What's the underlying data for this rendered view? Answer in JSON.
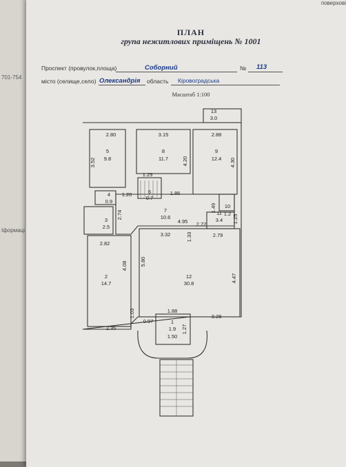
{
  "corner_text": "поверхові",
  "edge_texts": [
    "701-754",
    "Іформаці"
  ],
  "header": {
    "title": "ПЛАН",
    "subtitle": "група нежитлових приміщень №  1001"
  },
  "address": {
    "street_label": "Проспект (провулок,площа)",
    "street_value": "Соборний",
    "number_label": "№",
    "number_value": "113",
    "city_label": "місто (селище,село)",
    "city_value": "Олександрія",
    "region_label": "область",
    "region_value": "Кіровоградська"
  },
  "scale": "Масштаб 1:100",
  "rooms": [
    {
      "num": "1",
      "area": "1.9"
    },
    {
      "num": "2",
      "area": "14.7"
    },
    {
      "num": "3",
      "area": "2.5"
    },
    {
      "num": "4",
      "area": "0.9"
    },
    {
      "num": "5",
      "area": "9.8"
    },
    {
      "num": "6",
      "area": "0.7"
    },
    {
      "num": "7",
      "area": "10.6"
    },
    {
      "num": "8",
      "area": "11.7"
    },
    {
      "num": "9",
      "area": "12.4"
    },
    {
      "num": "10",
      "area": "1.2"
    },
    {
      "num": "11",
      "area": "3.4"
    },
    {
      "num": "12",
      "area": "30.8"
    },
    {
      "num": "13",
      "area": "3.0"
    }
  ],
  "dimensions": [
    "2.80",
    "3.15",
    "2.88",
    "3.52",
    "4.20",
    "4.30",
    "1.29",
    "1.20",
    "1.86",
    "2.74",
    "4.95",
    "1.49",
    "3.32",
    "1.33",
    "2.72",
    "1.25",
    "2.82",
    "4.08",
    "5.80",
    "2.79",
    "4.47",
    "1.88",
    "1.03",
    "0.97",
    "1.27",
    "3.28",
    "2.35",
    "1.50"
  ]
}
